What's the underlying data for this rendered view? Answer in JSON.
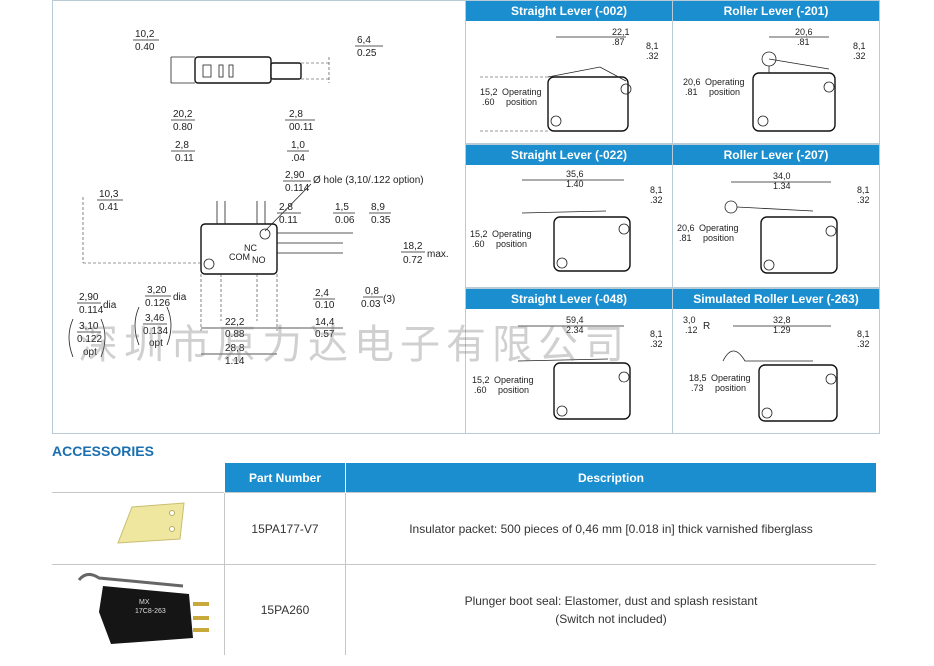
{
  "main_drawing": {
    "dims": {
      "d1": [
        "10,2",
        "0.40"
      ],
      "d2": [
        "6,4",
        "0.25"
      ],
      "d3": [
        "20,2",
        "0.80"
      ],
      "d4": [
        "2,8",
        "00.11"
      ],
      "d5": [
        "2,8",
        "0.11"
      ],
      "d6": [
        "1,0",
        ".04"
      ],
      "d7": [
        "2,90",
        "0.114"
      ],
      "hole": "Ø hole (3,10/.122 option)",
      "d8": [
        "10,3",
        "0.41"
      ],
      "d9": [
        "2,8",
        "0.11"
      ],
      "d10": [
        "1,5",
        "0.06"
      ],
      "d11": [
        "8,9",
        "0.35"
      ],
      "d12": [
        "18,2",
        "0.72"
      ],
      "max": "max.",
      "d13": [
        "2,90",
        "0.114"
      ],
      "dia1": "dia",
      "d14": [
        "3,20",
        "0.126"
      ],
      "dia2": "dia",
      "d15": [
        "2,4",
        "0.10"
      ],
      "d16": [
        "0,8",
        "0.03"
      ],
      "note3": "(3)",
      "d17": [
        "3,10",
        "0.122"
      ],
      "opt1": "opt",
      "d18": [
        "3,46",
        "0.134"
      ],
      "opt2": "opt",
      "d19": [
        "22,2",
        "0.88"
      ],
      "d20": [
        "14,4",
        "0.57"
      ],
      "d21": [
        "28,8",
        "1.14"
      ],
      "nc": "NC",
      "com": "COM",
      "no": "NO"
    }
  },
  "levers": [
    {
      "title": "Straight Lever (-002)",
      "top": [
        "22,1",
        ".87"
      ],
      "right": [
        "8,1",
        ".32"
      ],
      "op": [
        "15,2",
        ".60"
      ],
      "op_label": [
        "Operating",
        "position"
      ]
    },
    {
      "title": "Roller Lever (-201)",
      "top": [
        "20,6",
        ".81"
      ],
      "right": [
        "8,1",
        ".32"
      ],
      "op": [
        "20,6",
        ".81"
      ],
      "op_label": [
        "Operating",
        "position"
      ]
    },
    {
      "title": "Straight Lever (-022)",
      "top": [
        "35,6",
        "1.40"
      ],
      "right": [
        "8,1",
        ".32"
      ],
      "op": [
        "15,2",
        ".60"
      ],
      "op_label": [
        "Operating",
        "position"
      ]
    },
    {
      "title": "Roller Lever (-207)",
      "top": [
        "34,0",
        "1.34"
      ],
      "right": [
        "8,1",
        ".32"
      ],
      "op": [
        "20,6",
        ".81"
      ],
      "op_label": [
        "Operating",
        "position"
      ]
    },
    {
      "title": "Straight Lever (-048)",
      "top": [
        "59,4",
        "2.34"
      ],
      "right": [
        "8,1",
        ".32"
      ],
      "op": [
        "15,2",
        ".60"
      ],
      "op_label": [
        "Operating",
        "position"
      ]
    },
    {
      "title": "Simulated Roller Lever (-263)",
      "top": [
        "32,8",
        "1.29"
      ],
      "right": [
        "8,1",
        ".32"
      ],
      "op": [
        "18,5",
        ".73"
      ],
      "op_label": [
        "Operating",
        "position"
      ],
      "r": [
        "3,0",
        ".12"
      ],
      "r_label": "R"
    }
  ],
  "watermark": "深圳市原力达电子有限公司",
  "accessories": {
    "title": "ACCESSORIES",
    "headers": [
      "Part Number",
      "Description"
    ],
    "rows": [
      {
        "part": "15PA177-V7",
        "desc": "Insulator packet: 500 pieces of 0,46 mm [0.018 in] thick varnished fiberglass",
        "desc2": ""
      },
      {
        "part": "15PA260",
        "desc": "Plunger boot seal: Elastomer, dust and splash resistant",
        "desc2": "(Switch not included)"
      }
    ],
    "photo_text": [
      "MX",
      "17C8-263"
    ]
  },
  "colors": {
    "header_blue": "#1b8ecf",
    "title_blue": "#1b6fb0"
  }
}
